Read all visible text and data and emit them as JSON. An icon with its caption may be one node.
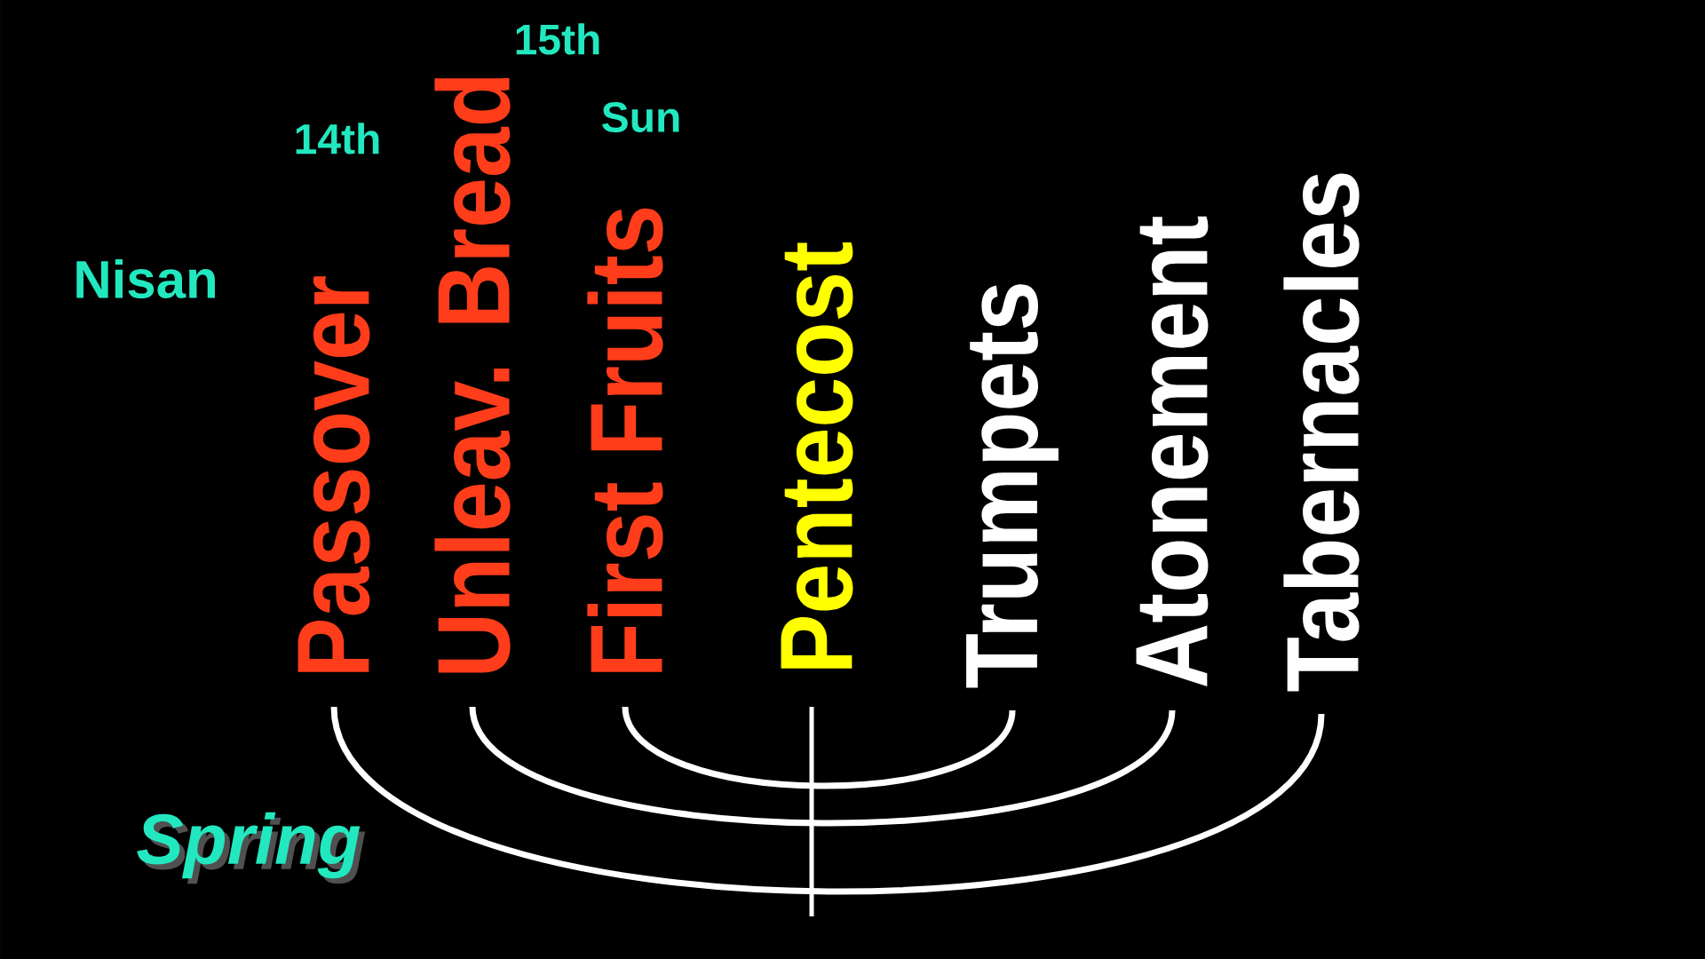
{
  "diagram": {
    "nodes": [
      {
        "text": [
          "Passover"
        ]
      },
      {
        "text": [
          "Unleav. Bread"
        ]
      },
      {
        "text": [
          "First Fruits"
        ]
      },
      {
        "text": [
          "Pentecost"
        ]
      },
      {
        "text": [
          "Trumpets"
        ]
      },
      {
        "text": [
          "Atonement"
        ]
      },
      {
        "text": [
          "Tabernacles"
        ]
      }
    ],
    "edges": [
      {
        "from": 0,
        "to": 6,
        "arrow": "none"
      },
      {
        "from": 1,
        "to": 5,
        "arrow": "none"
      },
      {
        "from": 2,
        "to": 4,
        "arrow": "none"
      },
      {
        "from": 3,
        "to": null,
        "arrow": "none"
      }
    ],
    "labels": [
      "15th",
      "Sun",
      "14th",
      "Nisan",
      "Spring"
    ]
  }
}
